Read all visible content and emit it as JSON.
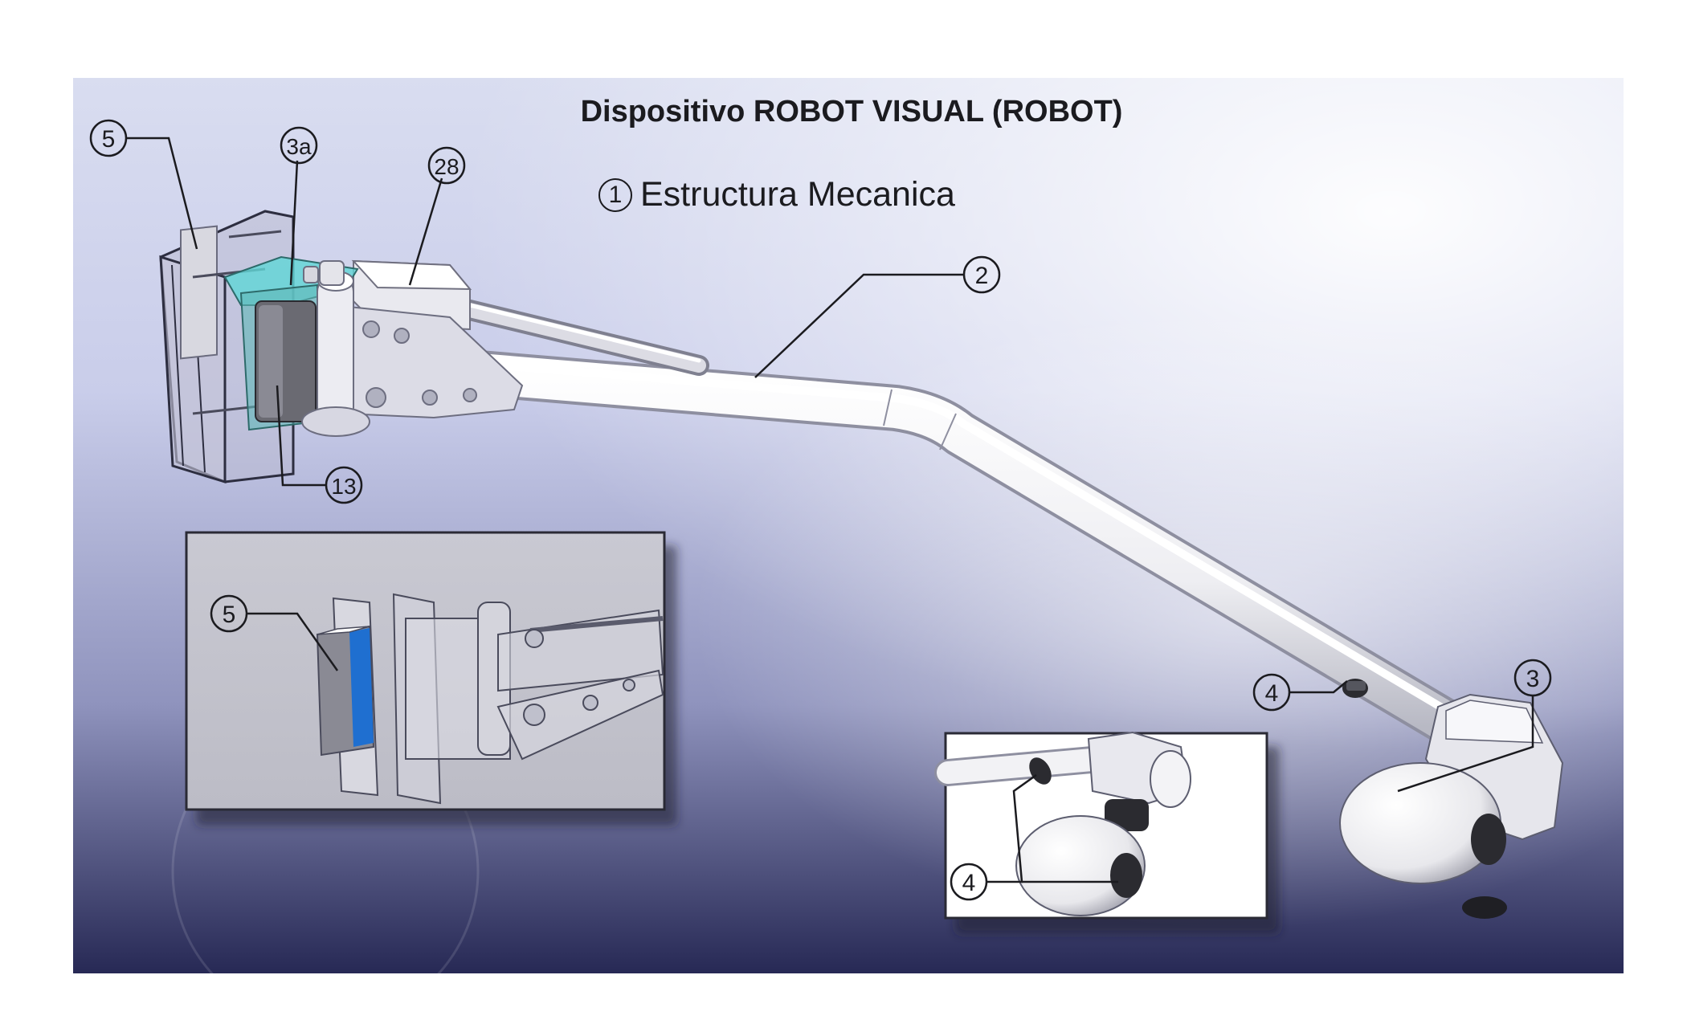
{
  "title": "Dispositivo ROBOT VISUAL  (ROBOT)",
  "subtitle": {
    "number": "1",
    "label": "Estructura Mecanica"
  },
  "callouts": {
    "c5_main": "5",
    "c3a": "3a",
    "c28": "28",
    "c2": "2",
    "c13": "13",
    "c4_main": "4",
    "c3": "3",
    "c5_inset": "5",
    "c4_inset": "4"
  },
  "colors": {
    "background_top": "#e6e9f6",
    "background_bottom": "#262750",
    "accent_teal": "#5fd6d6",
    "accent_blue": "#1f6fd0",
    "arm_white": "#f4f4f6"
  }
}
